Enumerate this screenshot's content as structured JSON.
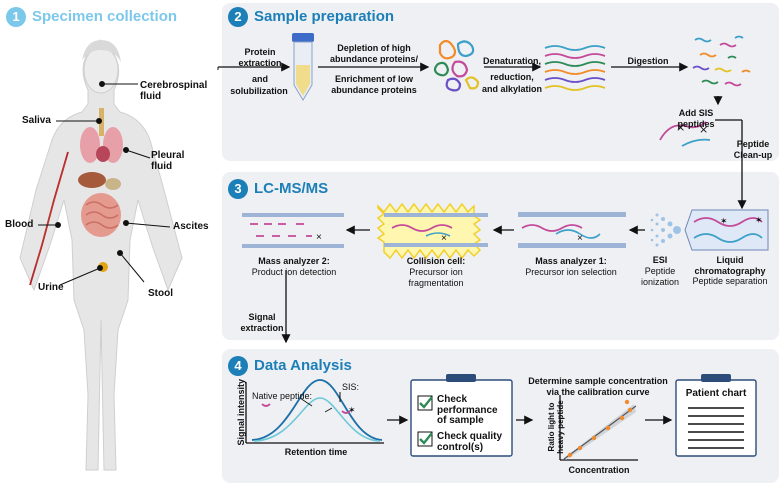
{
  "colors": {
    "accent_light": "#7cc8ea",
    "accent_dark": "#1d7fb8",
    "panel": "#eef0f3"
  },
  "sections": {
    "s1": {
      "num": "1",
      "title": "Specimen collection"
    },
    "s2": {
      "num": "2",
      "title": "Sample preparation"
    },
    "s3": {
      "num": "3",
      "title": "LC-MS/MS"
    },
    "s4": {
      "num": "4",
      "title": "Data Analysis"
    }
  },
  "specimens": {
    "csf": "Cerebrospinal\nfluid",
    "saliva": "Saliva",
    "pleural": "Pleural\nfluid",
    "blood": "Blood",
    "ascites": "Ascites",
    "urine": "Urine",
    "stool": "Stool"
  },
  "prep": {
    "protein_extraction": "Protein\nextraction",
    "and": "and",
    "solubilization": "solubilization",
    "depletion": "Depletion of high\nabundance proteins/",
    "enrichment": "Enrichment of low\nabundance proteins",
    "denaturation": "Denaturation,",
    "reduction": "reduction,",
    "alkylation": "and alkylation",
    "digestion": "Digestion",
    "add_sis": "Add SIS\npeptides",
    "cleanup": "Peptide\nClean-up"
  },
  "lcms": {
    "lc_title": "Liquid\nchromatography",
    "lc_sub": "Peptide separation",
    "esi_title": "ESI",
    "esi_sub": "Peptide\nionization",
    "ma1_title": "Mass analyzer 1:",
    "ma1_sub": "Precursor ion selection",
    "cc_title": "Collision cell:",
    "cc_sub": "Precursor ion\nfragmentation",
    "ma2_title": "Mass analyzer 2:",
    "ma2_sub": "Product ion detection",
    "signal_extraction": "Signal\nextraction"
  },
  "analysis": {
    "ylabel": "Signal intensity",
    "xlabel": "Retention time",
    "native": "Native peptide:",
    "sis": "SIS:",
    "check1": "Check\nperformance\nof sample",
    "check2": "Check quality\ncontrol(s)",
    "calib_title": "Determine sample concentration\nvia the calibration curve",
    "calib_ylabel": "Ratio light to\nheavy peptide",
    "calib_xlabel": "Concentration",
    "patient_chart": "Patient chart"
  }
}
